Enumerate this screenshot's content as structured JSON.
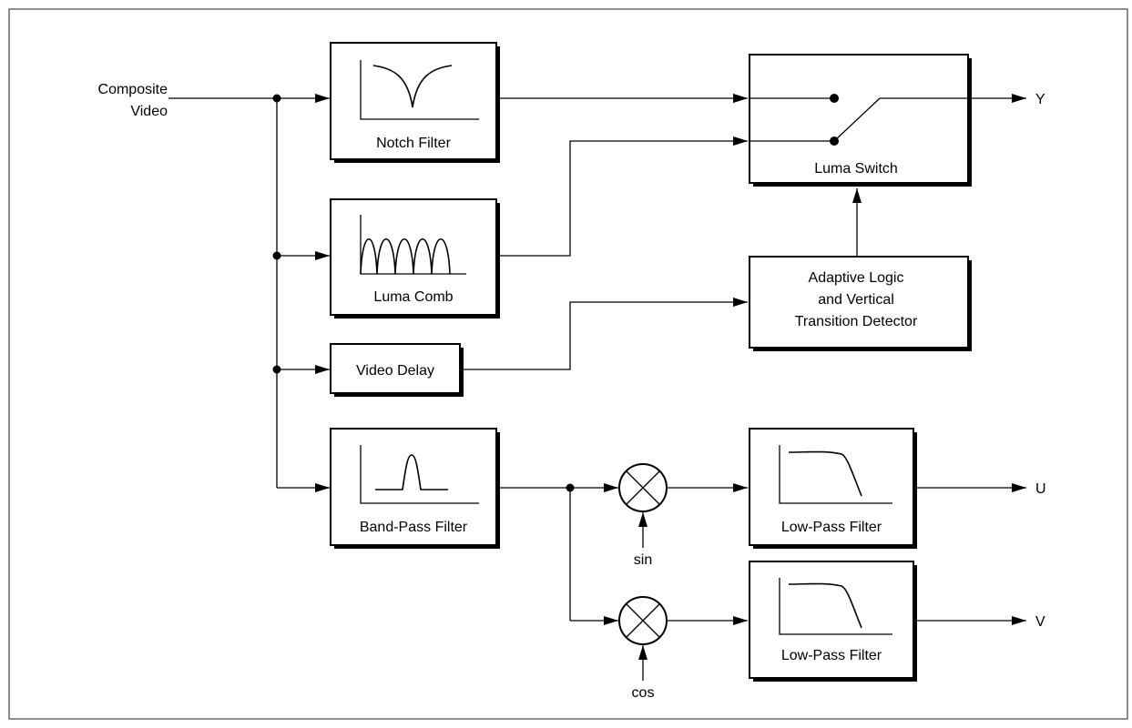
{
  "input": {
    "label_line1": "Composite",
    "label_line2": "Video"
  },
  "blocks": {
    "notch_filter": "Notch Filter",
    "luma_comb": "Luma Comb",
    "video_delay": "Video Delay",
    "band_pass_filter": "Band-Pass Filter",
    "luma_switch": "Luma Switch",
    "adaptive_logic": [
      "Adaptive Logic",
      "and Vertical",
      "Transition Detector"
    ],
    "low_pass_filter_u": "Low-Pass Filter",
    "low_pass_filter_v": "Low-Pass Filter"
  },
  "mixers": {
    "sin_label": "sin",
    "cos_label": "cos"
  },
  "outputs": {
    "y": "Y",
    "u": "U",
    "v": "V"
  }
}
